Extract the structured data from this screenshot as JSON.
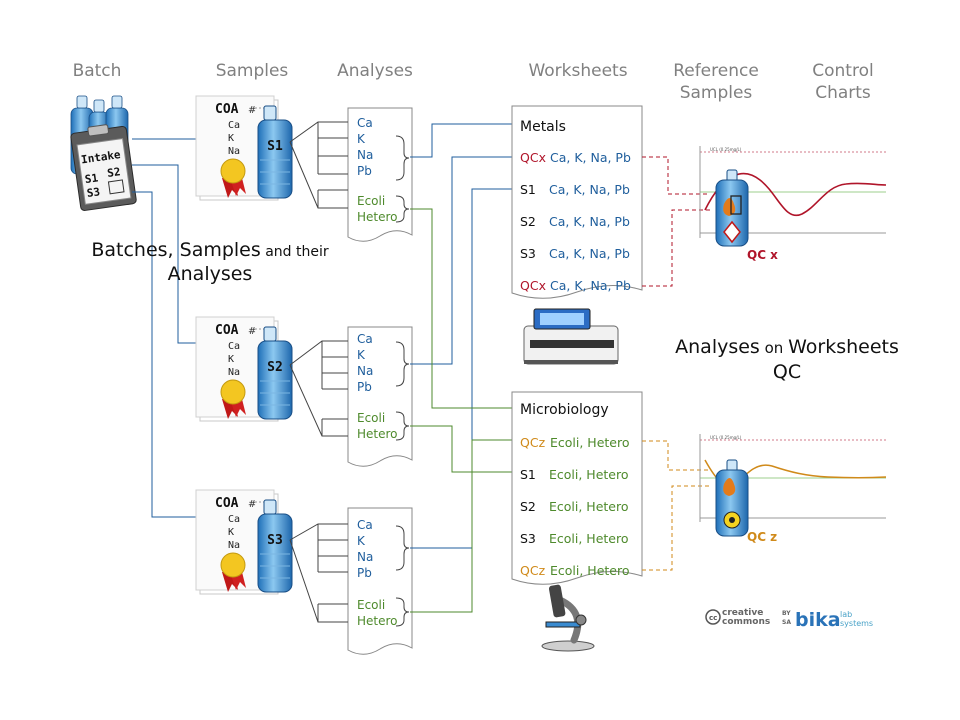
{
  "headers": {
    "batch": "Batch",
    "samples": "Samples",
    "analyses": "Analyses",
    "worksheets": "Worksheets",
    "reference_line1": "Reference",
    "reference_line2": "Samples",
    "control_line1": "Control",
    "control_line2": "Charts"
  },
  "caption_left": {
    "line1_a": "Batches, Samples",
    "line1_b": " and their",
    "line2": "Analyses"
  },
  "caption_right": {
    "line1_a": "Analyses",
    "line1_b": " on ",
    "line1_c": "Worksheets",
    "line2": "QC"
  },
  "intake": {
    "title": "Intake",
    "s1": "S1",
    "s2": "S2",
    "s3": "S3"
  },
  "coa": {
    "title": "COA",
    "hash": "#",
    "lines": [
      "Ca",
      "K",
      "Na"
    ]
  },
  "samples": [
    {
      "label": "S1"
    },
    {
      "label": "S2"
    },
    {
      "label": "S3"
    }
  ],
  "analysis_lists": [
    {
      "metals": [
        "Ca",
        "K",
        "Na",
        "Pb"
      ],
      "micro": [
        "Ecoli",
        "Hetero"
      ]
    },
    {
      "metals": [
        "Ca",
        "K",
        "Na",
        "Pb"
      ],
      "micro": [
        "Ecoli",
        "Hetero"
      ]
    },
    {
      "metals": [
        "Ca",
        "K",
        "Na",
        "Pb"
      ],
      "micro": [
        "Ecoli",
        "Hetero"
      ]
    }
  ],
  "worksheets": {
    "metals": {
      "title": "Metals",
      "rows": [
        {
          "tag": "QCx",
          "items": "Ca, K, Na, Pb",
          "qc": true
        },
        {
          "tag": "S1",
          "items": "Ca, K, Na, Pb",
          "qc": false
        },
        {
          "tag": "S2",
          "items": "Ca, K, Na, Pb",
          "qc": false
        },
        {
          "tag": "S3",
          "items": "Ca, K, Na, Pb",
          "qc": false
        },
        {
          "tag": "QCx",
          "items": "Ca, K, Na, Pb",
          "qc": true
        }
      ]
    },
    "micro": {
      "title": "Microbiology",
      "rows": [
        {
          "tag": "QCz",
          "items": "Ecoli, Hetero",
          "qc": true
        },
        {
          "tag": "S1",
          "items": "Ecoli, Hetero",
          "qc": false
        },
        {
          "tag": "S2",
          "items": "Ecoli, Hetero",
          "qc": false
        },
        {
          "tag": "S3",
          "items": "Ecoli, Hetero",
          "qc": false
        },
        {
          "tag": "QCz",
          "items": "Ecoli, Hetero",
          "qc": true
        }
      ]
    }
  },
  "qc_labels": {
    "x": "QC x",
    "z": "QC z"
  },
  "chart_header": "UCL (0.25mg/L)",
  "license": {
    "cc_line1": "creative",
    "cc_line2": "commons",
    "by": "BY",
    "sa": "SA",
    "brand": "bika",
    "brand_sub1": "lab",
    "brand_sub2": "systems"
  },
  "colors": {
    "blue": "#1f5e9c",
    "green": "#4e8a2c",
    "red": "#b0152a",
    "orange": "#d08a1a",
    "line": "#333333"
  }
}
